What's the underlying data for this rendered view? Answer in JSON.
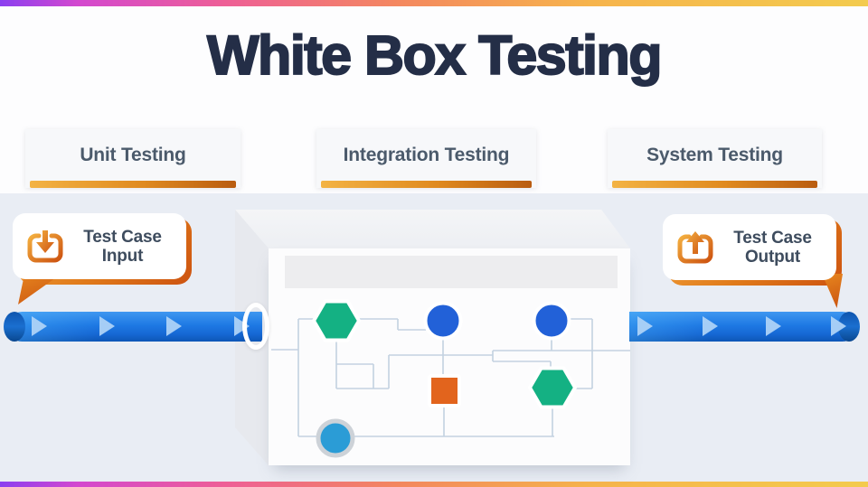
{
  "page": {
    "title": "White Box Testing"
  },
  "stages": [
    {
      "label": "Unit Testing"
    },
    {
      "label": "Integration Testing"
    },
    {
      "label": "System Testing"
    }
  ],
  "callouts": {
    "input": {
      "line1": "Test Case",
      "line2": "Input",
      "icon": "download-tray-icon"
    },
    "output": {
      "line1": "Test Case",
      "line2": "Output",
      "icon": "upload-tray-icon"
    }
  },
  "pipeline": {
    "left_arrow_count": 4,
    "right_arrow_count": 4
  },
  "diagram": {
    "nodes": [
      "green-hexagon",
      "blue-circle",
      "blue-circle",
      "orange-square",
      "green-hexagon",
      "light-blue-circle"
    ]
  },
  "colors": {
    "title_navy": "#242E47",
    "label_slate": "#4B5A6B",
    "accent_orange_start": "#F2A33C",
    "accent_orange_end": "#C65711",
    "pipe_blue": "#1A71DA",
    "node_green": "#14B183",
    "node_blue": "#2261D8",
    "node_orange": "#E2641D",
    "node_lightblue": "#2B9CD6",
    "connector_gray_blue": "#C3D2E1",
    "lower_background": "#E9EDF4",
    "rainbow": [
      "#8B3FF0",
      "#D348CF",
      "#EE5F96",
      "#F4885F",
      "#F6B44C",
      "#F3CB4E"
    ]
  }
}
